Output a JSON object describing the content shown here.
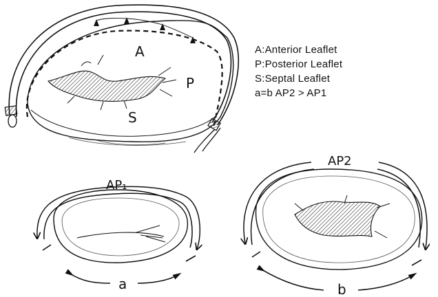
{
  "diagram": {
    "top_valve_labels": {
      "anterior": "A",
      "posterior": "P",
      "septal": "S"
    },
    "legend": [
      "A:Anterior Leaflet",
      "P:Posterior Leaflet",
      "S:Septal Leaflet",
      "a=b   AP2 > AP1"
    ],
    "left_ring": {
      "title": "AP₁",
      "measure_label": "a"
    },
    "right_ring": {
      "title": "AP2",
      "measure_label": "b"
    }
  }
}
